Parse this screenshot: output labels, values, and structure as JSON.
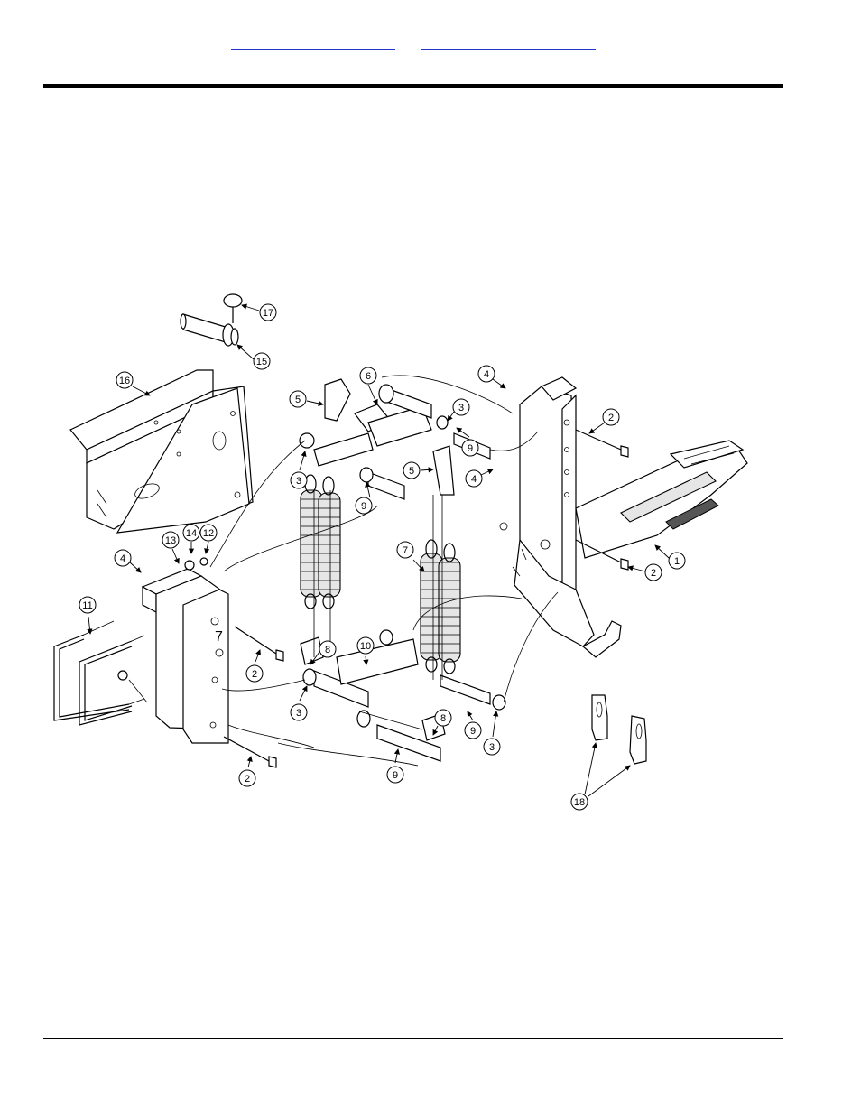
{
  "header": {
    "link_a": "",
    "link_b": ""
  },
  "callouts": [
    {
      "id": "c17",
      "label": "17"
    },
    {
      "id": "c15",
      "label": "15"
    },
    {
      "id": "c16",
      "label": "16"
    },
    {
      "id": "c5a",
      "label": "5"
    },
    {
      "id": "c6",
      "label": "6"
    },
    {
      "id": "c4a",
      "label": "4"
    },
    {
      "id": "c3a",
      "label": "3"
    },
    {
      "id": "c2a",
      "label": "2"
    },
    {
      "id": "c3b",
      "label": "3"
    },
    {
      "id": "c9a",
      "label": "9"
    },
    {
      "id": "c5b",
      "label": "5"
    },
    {
      "id": "c9b",
      "label": "9"
    },
    {
      "id": "c4b",
      "label": "4"
    },
    {
      "id": "c14",
      "label": "14"
    },
    {
      "id": "c12",
      "label": "12"
    },
    {
      "id": "c13",
      "label": "13"
    },
    {
      "id": "c4c",
      "label": "4"
    },
    {
      "id": "c7",
      "label": "7"
    },
    {
      "id": "c1",
      "label": "1"
    },
    {
      "id": "c2b",
      "label": "2"
    },
    {
      "id": "c11",
      "label": "11"
    },
    {
      "id": "c8a",
      "label": "8"
    },
    {
      "id": "c10",
      "label": "10"
    },
    {
      "id": "c2c",
      "label": "2"
    },
    {
      "id": "c3c",
      "label": "3"
    },
    {
      "id": "c9c",
      "label": "9"
    },
    {
      "id": "c3d",
      "label": "3"
    },
    {
      "id": "c8b",
      "label": "8"
    },
    {
      "id": "c2d",
      "label": "2"
    },
    {
      "id": "c9d",
      "label": "9"
    },
    {
      "id": "c18",
      "label": "18"
    }
  ],
  "plate_mark": "7"
}
